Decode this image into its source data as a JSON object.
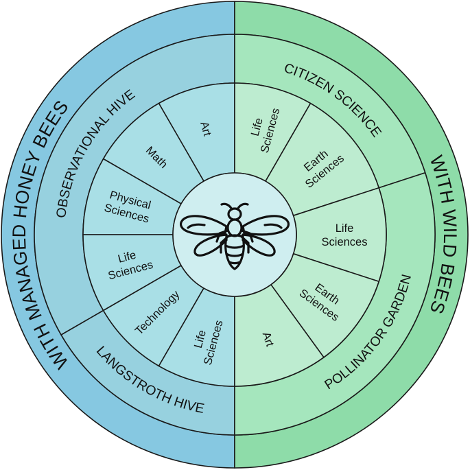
{
  "colors": {
    "honey_outer": "#86c8e1",
    "honey_middle": "#97d1df",
    "honey_inner": "#a9dfe6",
    "wild_outer": "#8edca9",
    "wild_middle": "#a5e6bd",
    "wild_inner": "#bdecd0",
    "center": "#cfeef0",
    "line": "#1a1a1a"
  },
  "outer_ring": [
    {
      "label": "WITH MANAGED HONEY BEES",
      "start": 180,
      "end": 360,
      "color": "honey_outer"
    },
    {
      "label": "WITH WILD BEES",
      "start": 0,
      "end": 180,
      "color": "wild_outer"
    }
  ],
  "middle_ring": [
    {
      "label": "OBSERVATIONAL HIVE",
      "start": 240,
      "end": 360,
      "color": "honey_middle"
    },
    {
      "label": "LANGSTROTH HIVE",
      "start": 180,
      "end": 240,
      "color": "honey_middle"
    },
    {
      "label": "CITIZEN SCIENCE",
      "start": 0,
      "end": 72,
      "color": "wild_middle"
    },
    {
      "label": "POLLINATOR GARDEN",
      "start": 72,
      "end": 180,
      "color": "wild_middle"
    }
  ],
  "inner_ring": [
    {
      "label": "Art",
      "start": 330,
      "end": 360,
      "side": "honey"
    },
    {
      "label": "Math",
      "start": 300,
      "end": 330,
      "side": "honey"
    },
    {
      "label": "Physical Sciences",
      "start": 270,
      "end": 300,
      "side": "honey"
    },
    {
      "label": "Life Sciences",
      "start": 240,
      "end": 270,
      "side": "honey"
    },
    {
      "label": "Technology",
      "start": 210,
      "end": 240,
      "side": "honey"
    },
    {
      "label": "Life Sciences",
      "start": 180,
      "end": 210,
      "side": "honey"
    },
    {
      "label": "Life Sciences",
      "start": 0,
      "end": 30,
      "side": "wild"
    },
    {
      "label": "Earth Sciences",
      "start": 30,
      "end": 72,
      "side": "wild"
    },
    {
      "label": "Life Sciences",
      "start": 72,
      "end": 108,
      "side": "wild"
    },
    {
      "label": "Earth Sciences",
      "start": 108,
      "end": 144,
      "side": "wild"
    },
    {
      "label": "Art",
      "start": 144,
      "end": 180,
      "side": "wild"
    }
  ],
  "center": {
    "icon": "bee-icon"
  }
}
